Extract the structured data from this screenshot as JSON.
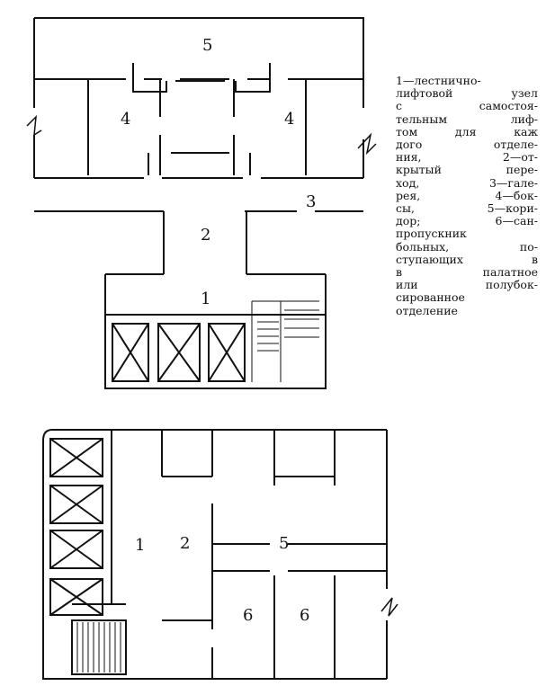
{
  "plan_top": {
    "labels": [
      "5",
      "4",
      "4",
      "3",
      "2",
      "1"
    ]
  },
  "plan_bottom": {
    "labels": [
      "1",
      "2",
      "5",
      "6",
      "6"
    ]
  },
  "legend": {
    "lines": [
      "1—лестнично-",
      "лифтовой узел",
      "с самостоя-",
      "тельным лиф-",
      "том для каж",
      "дого отделе-",
      "ния, 2—от-",
      "крытый пере-",
      "ход, 3—гале-",
      "рея, 4—бок-",
      "сы, 5—кори-",
      "дор; 6—сан-",
      "пропускник",
      "больных, по-",
      "ступающих в",
      "в палатное",
      "или полубок-",
      "сированное",
      "отделение"
    ]
  }
}
